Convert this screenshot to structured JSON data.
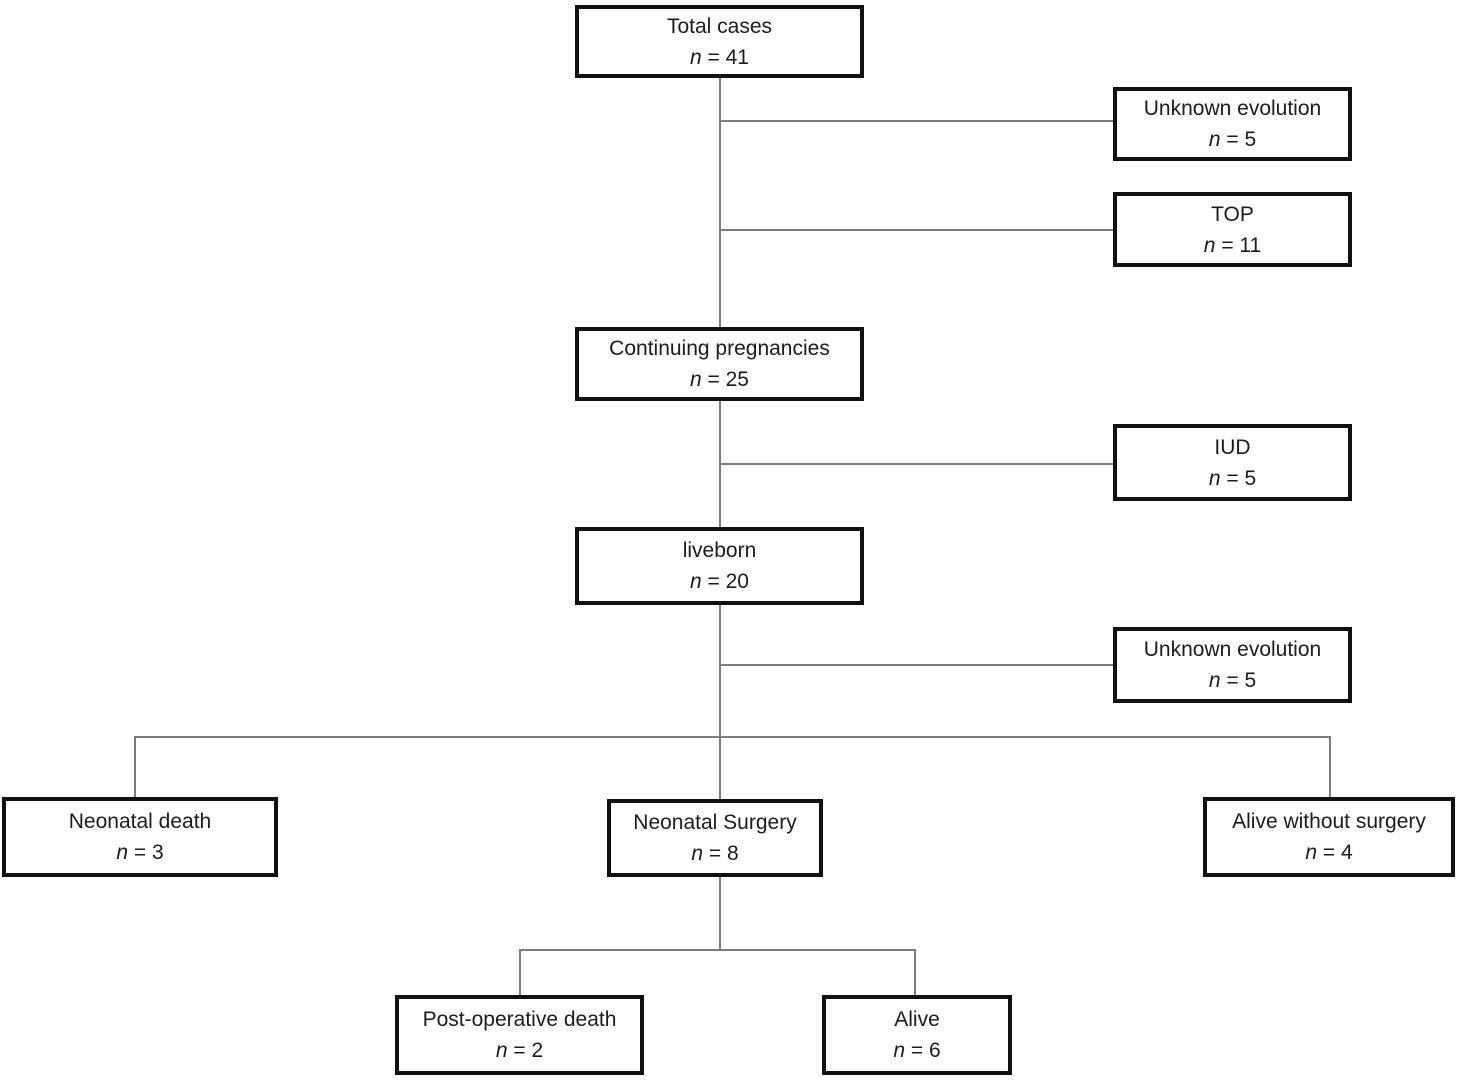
{
  "diagram": {
    "type": "flowchart",
    "description": "Study flow diagram of pregnancy outcomes",
    "colors": {
      "background": "#ffffff",
      "box_border": "#111111",
      "box_fill": "#fefefe",
      "text": "#1c1c1c",
      "connector": "#7d7d7d"
    },
    "nodes": {
      "total": {
        "label": "Total cases",
        "n_symbol": "n",
        "n_eq": "= 41"
      },
      "unknown1": {
        "label": "Unknown evolution",
        "n_symbol": "n",
        "n_eq": "= 5"
      },
      "top": {
        "label": "TOP",
        "n_symbol": "n",
        "n_eq": "= 11"
      },
      "continuing": {
        "label": "Continuing pregnancies",
        "n_symbol": "n",
        "n_eq": "= 25"
      },
      "iud": {
        "label": "IUD",
        "n_symbol": "n",
        "n_eq": "= 5"
      },
      "liveborn": {
        "label": "liveborn",
        "n_symbol": "n",
        "n_eq": "= 20"
      },
      "unknown2": {
        "label": "Unknown evolution",
        "n_symbol": "n",
        "n_eq": "= 5"
      },
      "neonatal_death": {
        "label": "Neonatal death",
        "n_symbol": "n",
        "n_eq": "= 3"
      },
      "neonatal_surgery": {
        "label": "Neonatal Surgery",
        "n_symbol": "n",
        "n_eq": "= 8"
      },
      "alive_without_surgery": {
        "label": "Alive without surgery",
        "n_symbol": "n",
        "n_eq": "= 4"
      },
      "postoperative_death": {
        "label": "Post-operative death",
        "n_symbol": "n",
        "n_eq": "= 2"
      },
      "alive": {
        "label": "Alive",
        "n_symbol": "n",
        "n_eq": "= 6"
      }
    },
    "edges": [
      {
        "from": "total",
        "to": "unknown1",
        "kind": "exclusion"
      },
      {
        "from": "total",
        "to": "top",
        "kind": "exclusion"
      },
      {
        "from": "total",
        "to": "continuing",
        "kind": "flow"
      },
      {
        "from": "continuing",
        "to": "iud",
        "kind": "exclusion"
      },
      {
        "from": "continuing",
        "to": "liveborn",
        "kind": "flow"
      },
      {
        "from": "liveborn",
        "to": "unknown2",
        "kind": "exclusion"
      },
      {
        "from": "liveborn",
        "to": "neonatal_death",
        "kind": "flow"
      },
      {
        "from": "liveborn",
        "to": "neonatal_surgery",
        "kind": "flow"
      },
      {
        "from": "liveborn",
        "to": "alive_without_surgery",
        "kind": "flow"
      },
      {
        "from": "neonatal_surgery",
        "to": "postoperative_death",
        "kind": "flow"
      },
      {
        "from": "neonatal_surgery",
        "to": "alive",
        "kind": "flow"
      }
    ]
  }
}
